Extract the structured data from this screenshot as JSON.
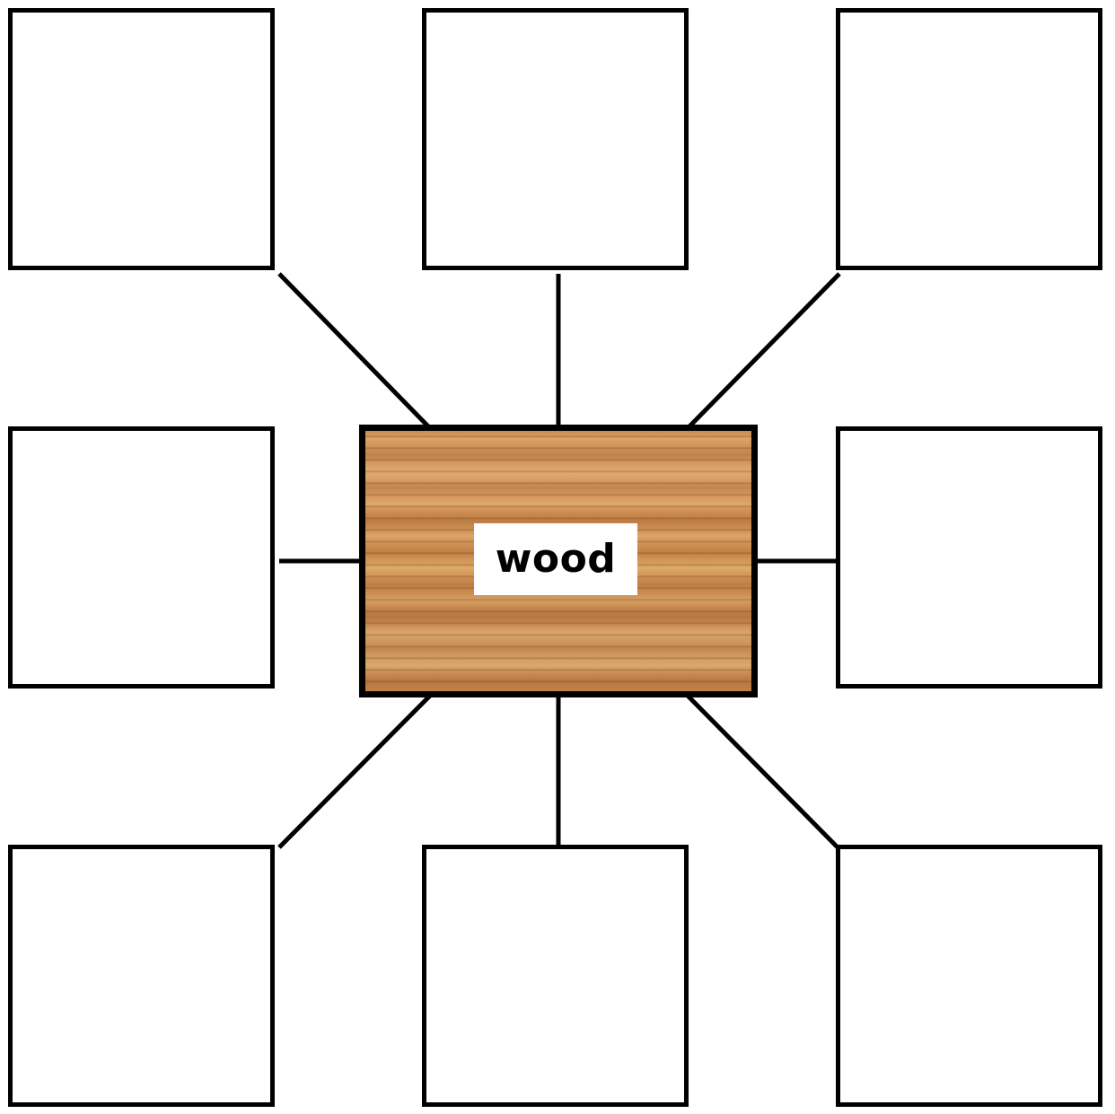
{
  "diagram": {
    "center": {
      "label": "wood",
      "fill": "wood-grain",
      "color": "#c98a4f"
    },
    "outer_boxes": [
      {
        "name": "top-left",
        "text": ""
      },
      {
        "name": "top-center",
        "text": ""
      },
      {
        "name": "top-right",
        "text": ""
      },
      {
        "name": "middle-left",
        "text": ""
      },
      {
        "name": "middle-right",
        "text": ""
      },
      {
        "name": "bottom-left",
        "text": ""
      },
      {
        "name": "bottom-center",
        "text": ""
      },
      {
        "name": "bottom-right",
        "text": ""
      }
    ],
    "line_color": "#000000",
    "box_border_color": "#000000"
  }
}
